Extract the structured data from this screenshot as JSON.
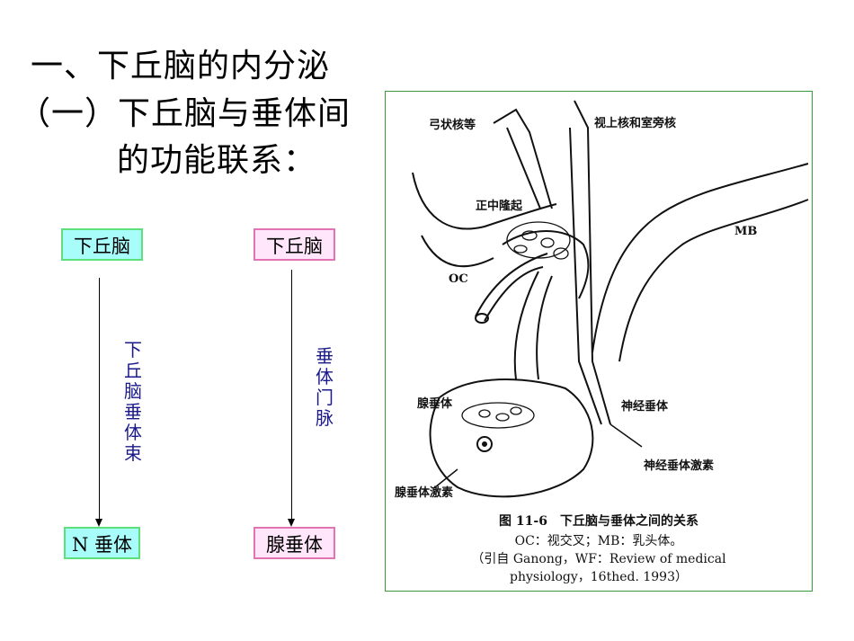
{
  "heading": {
    "line1": "一、下丘脑的内分泌",
    "line2": "（一）下丘脑与垂体间",
    "line3": "的功能联系："
  },
  "flow_left": {
    "top": "下丘脑",
    "bottom": "N 垂体",
    "pathway": "下丘脑垂体束"
  },
  "flow_right": {
    "top": "下丘脑",
    "bottom": "腺垂体",
    "pathway": "垂体门脉"
  },
  "figure": {
    "labels": {
      "arcuate": "弓状核等",
      "supraoptic": "视上核和室旁核",
      "median_eminence": "正中隆起",
      "mb": "MB",
      "oc": "OC",
      "adenohypophysis": "腺垂体",
      "neurohypophysis": "神经垂体",
      "neuro_hormone": "神经垂体激素",
      "adeno_hormone": "腺垂体激素"
    },
    "caption": {
      "line1": "图 11-6　下丘脑与垂体之间的关系",
      "line2": "OC：视交叉；MB：乳头体。",
      "line3": "（引自 Ganong，WF：Review of medical",
      "line4": "physiology，16thed. 1993）"
    }
  },
  "colors": {
    "cyan_box": "#a8fdfb",
    "pink_box": "#ffe6fa",
    "pathway_text": "#1a1a8c",
    "figure_border": "#3a9a3a"
  }
}
